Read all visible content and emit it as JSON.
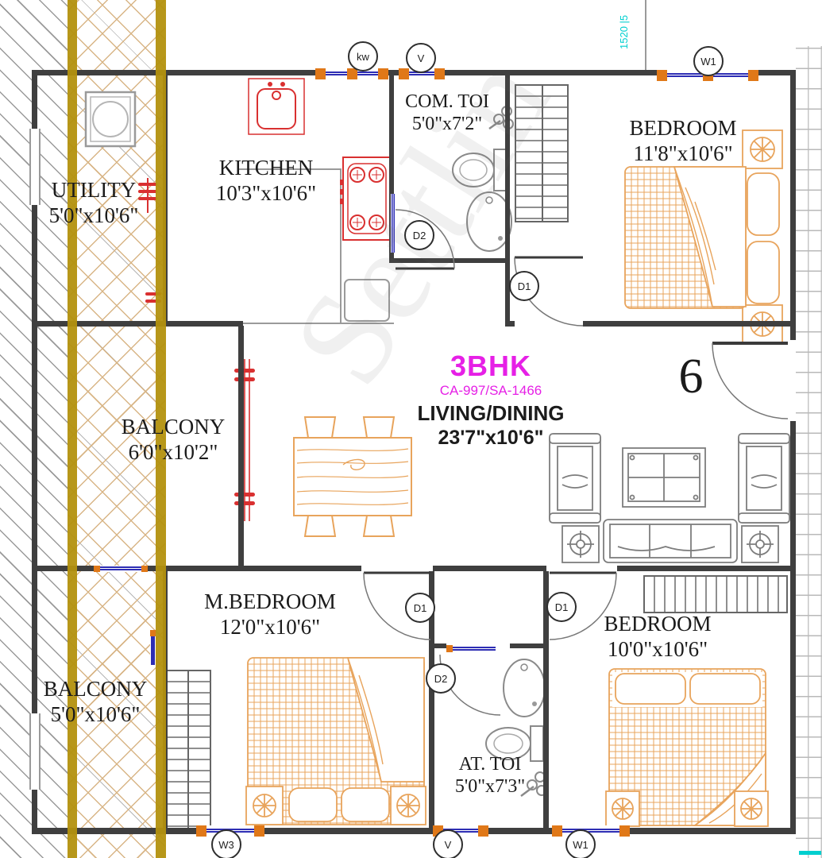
{
  "colors": {
    "magenta": "#E620E6",
    "cyan": "#00CFCF",
    "furniture": "#E8A45C",
    "red": "#D93030",
    "winblue": "#2D2DB4",
    "winorange": "#E07818",
    "olive": "#B3910E",
    "wall": "#3F3F3F"
  },
  "watermark": "Settlin",
  "notes": {
    "top_dimension": "1520 |5"
  },
  "unit": {
    "type": "3BHK",
    "reference": "CA-997/SA-1466",
    "flat_number": "6"
  },
  "rooms": {
    "utility": {
      "name": "UTILITY",
      "size": "5'0\"x10'6\""
    },
    "kitchen": {
      "name": "KITCHEN",
      "size": "10'3\"x10'6\""
    },
    "com_toilet": {
      "name": "COM. TOI",
      "size": "5'0\"x7'2\""
    },
    "bedroom_top": {
      "name": "BEDROOM",
      "size": "11'8\"x10'6\""
    },
    "balcony_mid": {
      "name": "BALCONY",
      "size": "6'0\"x10'2\""
    },
    "living_dining": {
      "name": "LIVING/DINING",
      "size": "23'7\"x10'6\""
    },
    "m_bedroom": {
      "name": "M.BEDROOM",
      "size": "12'0\"x10'6\""
    },
    "balcony_bottom": {
      "name": "BALCONY",
      "size": "5'0\"x10'6\""
    },
    "at_toilet": {
      "name": "AT. TOI",
      "size": "5'0\"x7'3\""
    },
    "bedroom_bottom": {
      "name": "BEDROOM",
      "size": "10'0\"x10'6\""
    }
  },
  "markers": {
    "kw_top": "kw",
    "v_top": "V",
    "w1_top": "W1",
    "d2_com_toilet": "D2",
    "d1_bedroom_top": "D1",
    "d1_m_bedroom": "D1",
    "d1_bedroom_bottom": "D1",
    "d2_at_toilet": "D2",
    "w3_bottom": "W3",
    "v_bottom": "V",
    "w1_bottom": "W1"
  }
}
